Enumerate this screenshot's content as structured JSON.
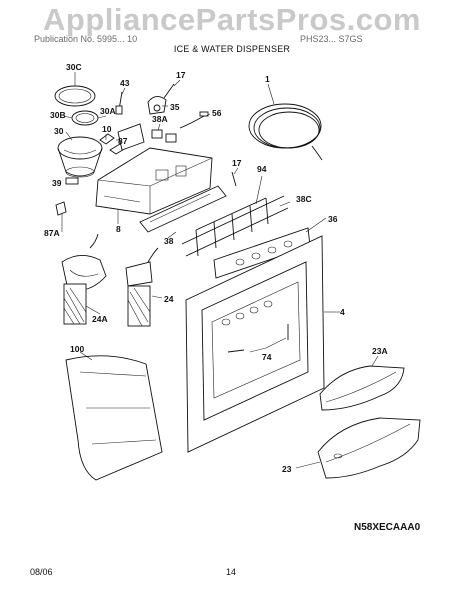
{
  "watermark": "AppliancePartsPros.com",
  "header": {
    "left_text": "Publication No. 5995... 10",
    "right_text": "PHS23... S7GS"
  },
  "subtitle": "ICE & WATER DISPENSER",
  "diagram_code": "N58XECAAA0",
  "footer": {
    "date": "08/06",
    "page": "14"
  },
  "callouts": [
    "30C",
    "43",
    "17",
    "35",
    "56",
    "1",
    "30B",
    "30A",
    "38A",
    "30",
    "10",
    "87",
    "39",
    "17",
    "94",
    "38C",
    "36",
    "8",
    "87A",
    "38",
    "24",
    "24A",
    "4",
    "100",
    "74",
    "23A",
    "23"
  ]
}
